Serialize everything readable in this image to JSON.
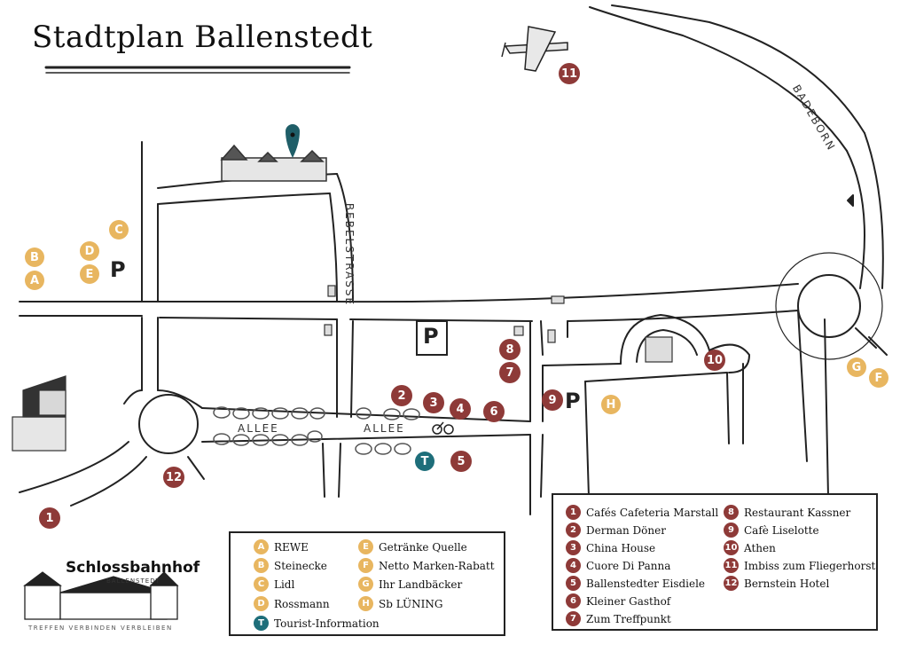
{
  "title": "Stadtplan Ballenstedt",
  "colors": {
    "red": "#8e3a38",
    "gold": "#e8b660",
    "teal": "#1e6e7a",
    "road": "#222222"
  },
  "streets": {
    "bebelstrasse": "BEBELSTRASSE",
    "allee_left": "ALLEE",
    "allee_right": "ALLEE",
    "badeborn": "BADEBORN"
  },
  "parking_symbol": "P",
  "markers": {
    "red": [
      "1",
      "2",
      "3",
      "4",
      "5",
      "6",
      "7",
      "8",
      "9",
      "10",
      "11",
      "12"
    ],
    "gold": [
      "A",
      "B",
      "C",
      "D",
      "E",
      "F",
      "G",
      "H"
    ],
    "teal": [
      "T"
    ]
  },
  "legend_places": {
    "rows": [
      {
        "key": "A",
        "label": "REWE",
        "type": "gold"
      },
      {
        "key": "B",
        "label": "Steinecke",
        "type": "gold"
      },
      {
        "key": "C",
        "label": "Lidl",
        "type": "gold"
      },
      {
        "key": "D",
        "label": "Rossmann",
        "type": "gold"
      },
      {
        "key": "E",
        "label": "Getränke Quelle",
        "type": "gold"
      },
      {
        "key": "F",
        "label": "Netto Marken-Rabatt",
        "type": "gold"
      },
      {
        "key": "G",
        "label": "Ihr Landbäcker",
        "type": "gold"
      },
      {
        "key": "H",
        "label": "Sb LÜNING",
        "type": "gold"
      },
      {
        "key": "T",
        "label": "Tourist-Information",
        "type": "teal"
      }
    ]
  },
  "legend_food": {
    "rows": [
      {
        "key": "1",
        "label": "Cafés Cafeteria Marstall"
      },
      {
        "key": "2",
        "label": "Derman Döner"
      },
      {
        "key": "3",
        "label": "China House"
      },
      {
        "key": "4",
        "label": "Cuore Di Panna"
      },
      {
        "key": "5",
        "label": "Ballenstedter Eisdiele"
      },
      {
        "key": "6",
        "label": "Kleiner Gasthof"
      },
      {
        "key": "7",
        "label": "Zum Treffpunkt"
      },
      {
        "key": "8",
        "label": "Restaurant Kassner"
      },
      {
        "key": "9",
        "label": "Cafè Liselotte"
      },
      {
        "key": "10",
        "label": "Athen"
      },
      {
        "key": "11",
        "label": "Imbiss zum Fliegerhorst"
      },
      {
        "key": "12",
        "label": "Bernstein Hotel"
      }
    ]
  },
  "logo": {
    "name": "Schlossbahnhof",
    "sub": "BALLENSTEDT",
    "tagline": "TREFFEN  VERBINDEN  VERBLEIBEN"
  }
}
